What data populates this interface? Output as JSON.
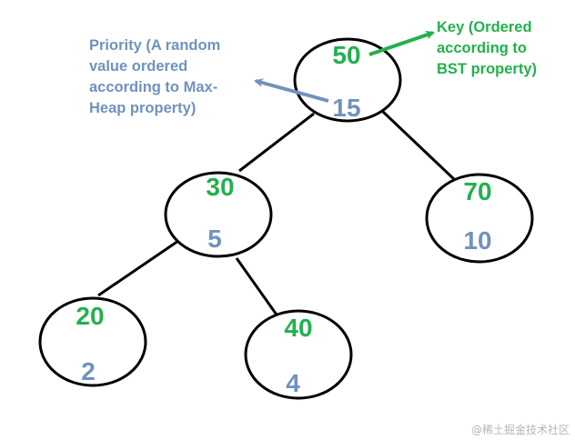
{
  "colors": {
    "key": "#22b14c",
    "priority": "#7092be",
    "outline": "#000000",
    "watermark": "#b5b5b5"
  },
  "labels": {
    "priority": [
      "Priority (A random",
      "value ordered",
      "according to Max-",
      "Heap property)"
    ],
    "key": [
      "Key (Ordered",
      "according to",
      "BST property)"
    ]
  },
  "nodes": [
    {
      "key": "50",
      "priority": "15"
    },
    {
      "key": "30",
      "priority": "5"
    },
    {
      "key": "70",
      "priority": "10"
    },
    {
      "key": "20",
      "priority": "2"
    },
    {
      "key": "40",
      "priority": "4"
    }
  ],
  "watermark": "@稀土掘金技术社区"
}
